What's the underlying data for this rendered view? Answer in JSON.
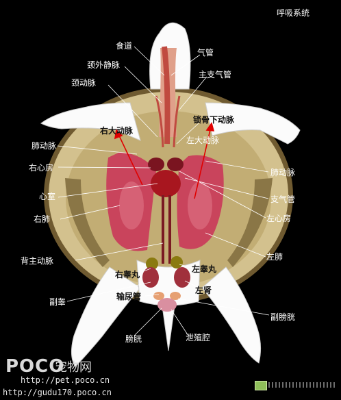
{
  "title": "呼吸系统",
  "labels": {
    "shidao": "食道",
    "qiguan": "气管",
    "jingwaijingmai": "颈外静脉",
    "zhuzhiqiguan": "主支气管",
    "jingdongmai": "颈动脉",
    "suogu_xia_dongmai": "锁骨下动脉",
    "you_da_dongmai": "右大动脉",
    "zuo_da_dongmai": "左大动脉",
    "fei_dongmai_left": "肺动脉",
    "fei_dongmai_right": "肺动脉",
    "you_xinfang": "右心房",
    "xinshi": "心室",
    "zhiqiguan": "支气管",
    "you_fei": "右肺",
    "zuo_xinfang": "左心房",
    "bei_zhu_dongmai": "背主动脉",
    "zuo_fei": "左肺",
    "you_gaowan": "右睾丸",
    "zuo_gaowan": "左睾丸",
    "zuo_shen": "左肾",
    "fu_gao": "副睾",
    "shuniaoguan": "输尿管",
    "fu_pangguang": "副膀胱",
    "pangguang": "膀胱",
    "xiezhiqiang": "泄殖腔"
  },
  "watermark": {
    "brand": "POCO",
    "brand_cn": "宠物网",
    "url1": "http://pet.poco.cn",
    "url2": "http://gudu170.poco.cn"
  },
  "colors": {
    "background": "#000000",
    "shell": "#d8c89a",
    "shell_dark": "#8c7a50",
    "skin": "#ffffff",
    "lung": "#c9445c",
    "lung_light": "#e07a8a",
    "heart": "#b01828",
    "arrow": "#e00000",
    "testis": "#8a7a10",
    "kidney": "#a0303c",
    "bladder": "#e6a072"
  }
}
